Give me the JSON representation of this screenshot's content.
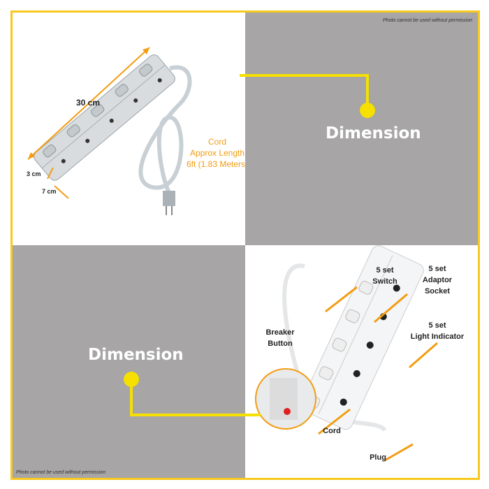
{
  "notices": {
    "top": "Photo cannot be used without permission",
    "bottom": "Photo cannot be used without permission"
  },
  "headings": {
    "top_right": "Dimension",
    "bottom_left": "Dimension"
  },
  "measurements": {
    "length": "30 cm",
    "height": "3 cm",
    "width": "7 cm"
  },
  "cord_note": {
    "line1": "Cord",
    "line2": "Approx Length",
    "line3": "6ft (1.83 Meters)"
  },
  "callouts": {
    "switch": {
      "line1": "5 set",
      "line2": "Switch"
    },
    "socket": {
      "line1": "5 set",
      "line2": "Adaptor",
      "line3": "Socket"
    },
    "indicator": {
      "line1": "5 set",
      "line2": "Light Indicator"
    },
    "breaker": {
      "line1": "Breaker",
      "line2": "Button"
    },
    "cord": "Cord",
    "plug": "Plug"
  },
  "colors": {
    "border": "#f7c81e",
    "accent_orange": "#f39c12",
    "panel_gray": "#a7a5a6",
    "connector_yellow": "#f5e000"
  }
}
